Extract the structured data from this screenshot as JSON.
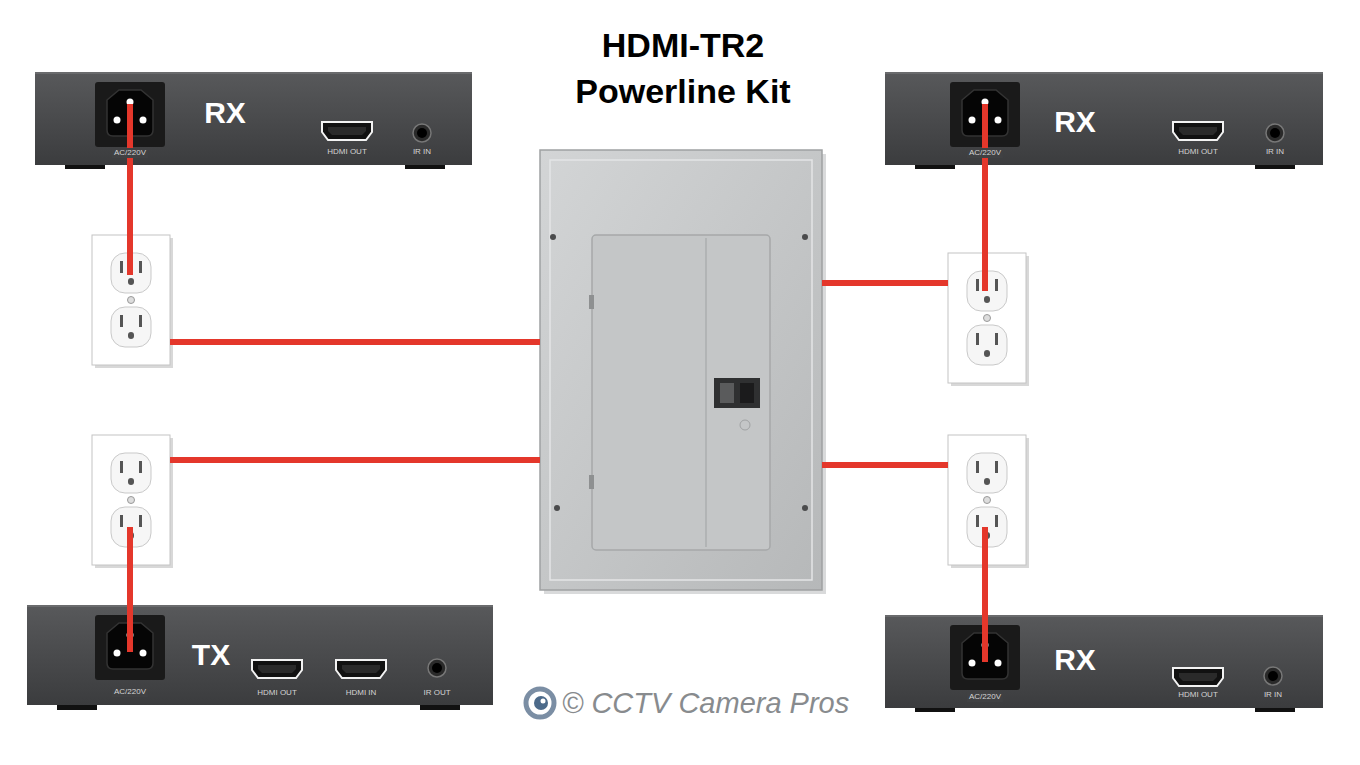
{
  "diagram": {
    "title": "HDMI-TR2 Powerline Kit",
    "nodes": [
      {
        "text": [
          "RX",
          "AC/220V",
          "HDMI OUT",
          "IR IN"
        ]
      },
      {
        "text": [
          "RX",
          "AC/220V",
          "HDMI OUT",
          "IR IN"
        ]
      },
      {
        "text": [
          "TX",
          "AC/220V",
          "HDMI OUT",
          "HDMI IN",
          "IR OUT"
        ]
      },
      {
        "text": [
          "RX",
          "AC/220V",
          "HDMI OUT",
          "IR IN"
        ]
      }
    ],
    "labels": [
      "© CCTV Camera Pros"
    ]
  }
}
